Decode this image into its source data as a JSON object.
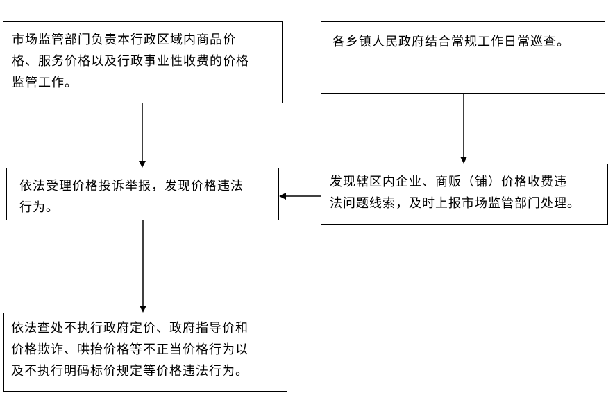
{
  "flowchart": {
    "market_supervision": "市场监管部门负责本行政区域内商品价\n格、服务价格以及行政事业性收费的价格\n监管工作。",
    "township_governments": "各乡镇人民政府结合常规工作日常巡查。",
    "accept_complaints": "依法受理价格投诉举报，发现价格违法\n行为。",
    "discover_clues": "发现辖区内企业、商贩（铺）价格收费违\n法问题线索，及时上报市场监管部门处理。",
    "investigate_handle": "依法查处不执行政府定价、政府指导价和\n价格欺诈、哄抬价格等不正当价格行为以\n及不执行明码标价规定等价格违法行为。"
  }
}
